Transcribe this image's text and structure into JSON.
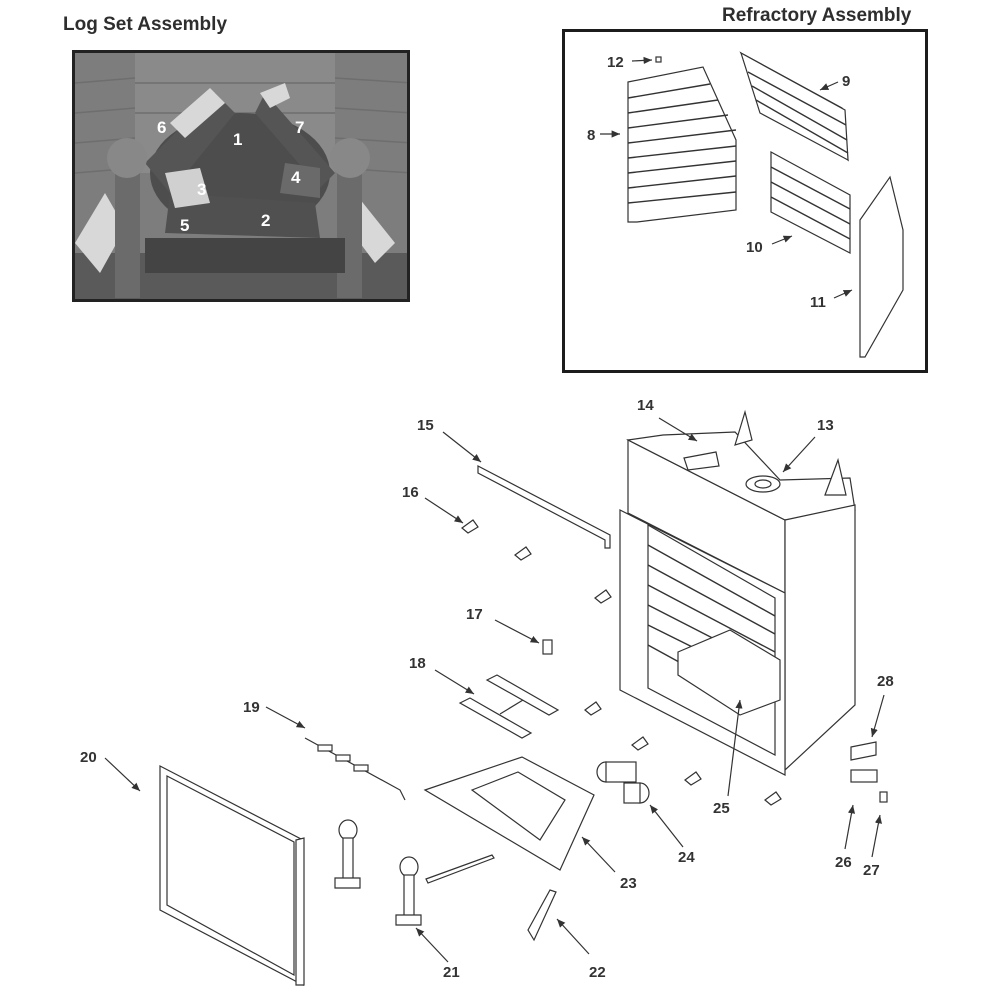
{
  "log_set": {
    "title": "Log Set Assembly",
    "callouts": [
      "1",
      "2",
      "3",
      "4",
      "5",
      "6",
      "7"
    ]
  },
  "refractory": {
    "title": "Refractory Assembly",
    "callouts": [
      "8",
      "9",
      "10",
      "11",
      "12"
    ]
  },
  "main_assembly": {
    "callouts": [
      "13",
      "14",
      "15",
      "16",
      "17",
      "18",
      "19",
      "20",
      "21",
      "22",
      "23",
      "24",
      "25",
      "26",
      "27",
      "28"
    ]
  }
}
